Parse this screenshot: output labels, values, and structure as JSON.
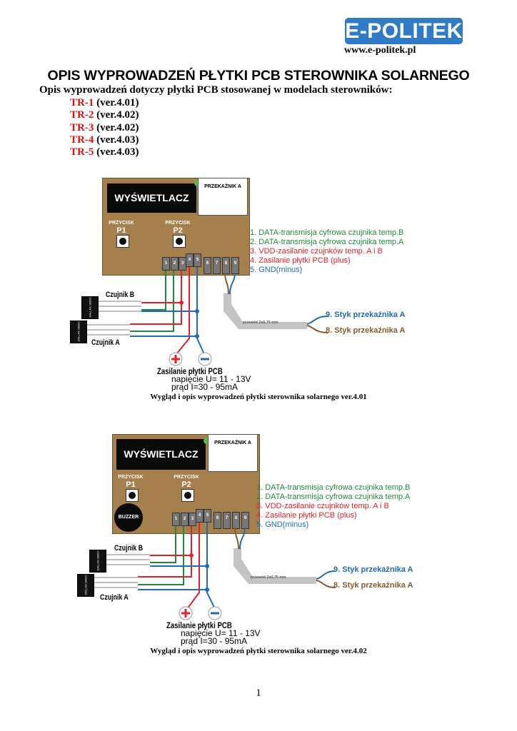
{
  "header": {
    "logo": "E-POLITEK",
    "url": "www.e-politek.pl"
  },
  "title": "OPIS WYPROWADZEŃ PŁYTKI PCB STEROWNIKA SOLARNEGO",
  "intro": "Opis wyprowadzeń dotyczy płytki PCB stosowanej w modelach sterowników:",
  "models": [
    {
      "code": "TR-1",
      "version": "(ver.4.01)"
    },
    {
      "code": "TR-2",
      "version": "(ver.4.02)"
    },
    {
      "code": "TR-3",
      "version": "(ver.4.02)"
    },
    {
      "code": "TR-4",
      "version": "(ver.4.03)"
    },
    {
      "code": "TR-5",
      "version": "(ver.4.03)"
    }
  ],
  "figures": [
    {
      "display": "WYŚWIETLACZ",
      "relay": "PRZEKAŹNIK A",
      "button_label": "PRZYCISK",
      "p1": "P1",
      "p2": "P2",
      "buzzer": "",
      "pins": [
        "1",
        "2",
        "3",
        "4",
        "5",
        "6",
        "7",
        "8",
        "9"
      ],
      "legend": [
        "1. DATA-transmisja cyfrowa czujnika temp.B",
        "2. DATA-transmisja cyfrowa czujnika temp.A",
        "3. VDD-zasilanie czujnków temp. A i B",
        "4. Zasilanie płytki PCB (plus)",
        "5. GND(minus)"
      ],
      "sensor_b": "Czujnik B",
      "sensor_a": "Czujnik A",
      "sensor_chip": "DALLAS 18B20",
      "power_title": "Zasilanie płytki PCB",
      "power_voltage": "napięcie U= 11 - 13V",
      "power_current": "prąd I=30 - 95mA",
      "cable": "przewód 2x0,75 mm",
      "relay9": "9. Styk przekaźnika A",
      "relay8": "8. Styk przekaźnika A",
      "caption": "Wygląd i opis wyprowadzeń płytki sterownika solarnego ver.4.01"
    },
    {
      "display": "WYŚWIETLACZ",
      "relay": "PRZEKAŹNIK A",
      "button_label": "PRZYCISK",
      "p1": "P1",
      "p2": "P2",
      "buzzer": "BUZZER",
      "pins": [
        "1",
        "2",
        "3",
        "4",
        "5",
        "6",
        "7",
        "8",
        "9"
      ],
      "legend": [
        "1. DATA-transmisja cyfrowa czujnika temp.B",
        "2. DATA-transmisja cyfrowa czujnika temp.A",
        "3. VDD-zasilanie czujnków temp. A i B",
        "4. Zasilanie płytki PCB (plus)",
        "5. GND(minus)"
      ],
      "sensor_b": "Czujnik B",
      "sensor_a": "Czujnik A",
      "sensor_chip": "DALLAS 18B20",
      "power_title": "Zasilanie płytki PCB",
      "power_voltage": "napięcie U= 11 - 13V",
      "power_current": "prąd I=30 - 95mA",
      "cable": "przewód 2x0,75 mm",
      "relay9": "9. Styk przekaźnika A",
      "relay8": "8. Styk przekaźnika A",
      "caption": "Wygląd i opis wyprowadzeń płytki sterownika solarnego ver.4.02"
    }
  ],
  "page_number": "1",
  "colors": {
    "brand": "#2f7bc8",
    "model_code": "#e01010",
    "board": "#a57f4c",
    "data_wire": "#1f8a3a",
    "power_wire": "#e5202a",
    "ground_wire": "#1f6bb5",
    "relay_wire": "#8a5a2a"
  }
}
